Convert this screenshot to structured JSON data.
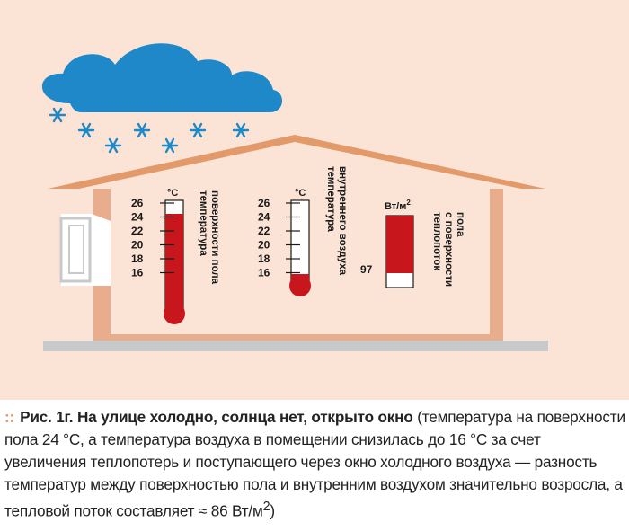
{
  "diagram": {
    "colors": {
      "background": "#fbe4d6",
      "wall": "#e8ad8c",
      "roof": "#e39a6a",
      "cloud": "#1f88c8",
      "snow": "#1f88c8",
      "thermo_fill": "#c8161d",
      "ground": "#c8c9cb"
    },
    "thermometer_floor": {
      "unit": "°C",
      "ticks": [
        "26",
        "24",
        "22",
        "20",
        "18",
        "16"
      ],
      "label_line1": "температура",
      "label_line2": "поверхности пола",
      "value": 24
    },
    "thermometer_air": {
      "unit": "°C",
      "ticks": [
        "26",
        "24",
        "22",
        "20",
        "18",
        "16"
      ],
      "label_line1": "температура",
      "label_line2": "внутреннего воздуха",
      "value": 16
    },
    "heat_flow": {
      "unit": "Вт/м",
      "unit_sup": "2",
      "ref_value": "97",
      "label_line1": "теплопоток",
      "label_line2": "с поверхности",
      "label_line3": "пола",
      "value": 86
    }
  },
  "caption": {
    "bullet": "::",
    "title": "Рис. 1г. На улице холодно, солнца нет, открыто окно",
    "text": " (температура на поверхности пола 24 °C, а температура воздуха в помещении снизилась до 16 °C за счет увеличения теплопотерь и поступающего через окно холодного воздуха — разность температур между поверхностью пола и внутренним воздухом значительно возросла, а тепловой поток составляет ≈ 86 Вт/м",
    "sup": "2",
    "tail": ")"
  }
}
